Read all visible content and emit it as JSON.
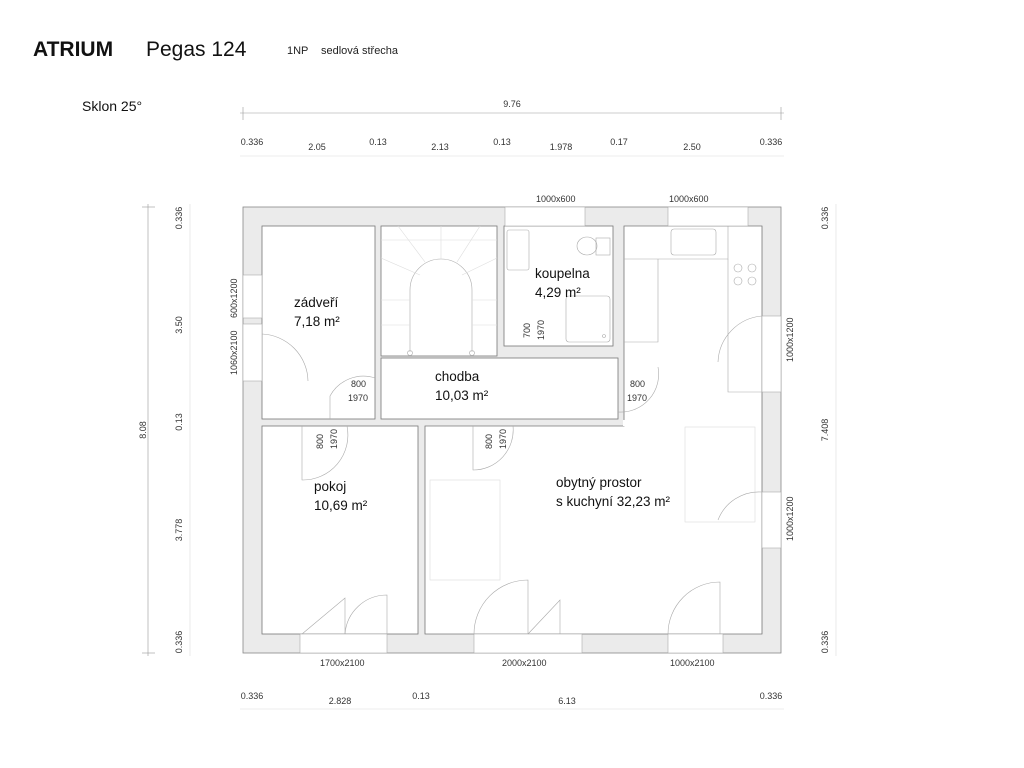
{
  "header": {
    "brand": "ATRIUM",
    "model": "Pegas 124",
    "floor": "1NP",
    "roof": "sedlová střecha",
    "slope": "Sklon 25°"
  },
  "dimensions": {
    "top_total": "9.76",
    "top": [
      "0.336",
      "2.05",
      "0.13",
      "2.13",
      "0.13",
      "1.978",
      "0.17",
      "2.50",
      "0.336"
    ],
    "bottom": [
      "0.336",
      "2.828",
      "0.13",
      "6.13",
      "0.336"
    ],
    "left_total": "8.08",
    "left": [
      "0.336",
      "3.50",
      "0.13",
      "3.778",
      "0.336"
    ],
    "right": [
      "0.336",
      "7.408",
      "0.336"
    ]
  },
  "openings": {
    "top_window_1": "1000x600",
    "top_window_2": "1000x600",
    "left_window": "600x1200",
    "left_door": "1060x2100",
    "right_window_1": "1000x1200",
    "right_window_2": "1000x1200",
    "bottom_door_1": "1700x2100",
    "bottom_door_2": "2000x2100",
    "bottom_door_3": "1000x2100",
    "door_zadveri": [
      "800",
      "1970"
    ],
    "door_chodba_right": [
      "800",
      "1970"
    ],
    "door_pokoj": [
      "800",
      "1970"
    ],
    "door_living": [
      "800",
      "1970"
    ],
    "door_bath": [
      "700",
      "1970"
    ]
  },
  "rooms": {
    "zadveri": {
      "name": "zádveří",
      "area": "7,18 m²"
    },
    "koupelna": {
      "name": "koupelna",
      "area": "4,29 m²"
    },
    "chodba": {
      "name": "chodba",
      "area": "10,03 m²"
    },
    "pokoj": {
      "name": "pokoj",
      "area": "10,69 m²"
    },
    "obytny": {
      "name": "obytný prostor",
      "area": "s kuchyní 32,23 m²"
    }
  }
}
